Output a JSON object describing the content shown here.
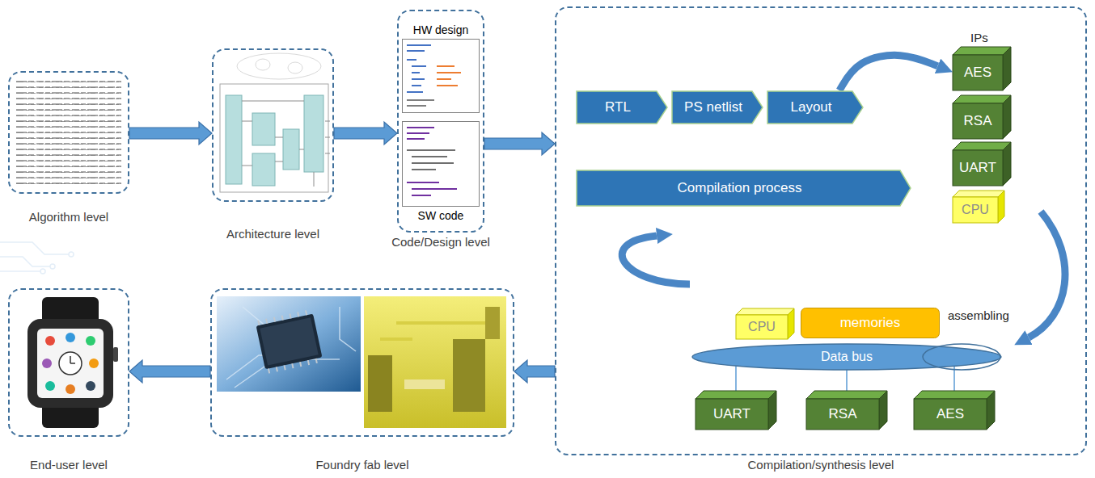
{
  "diagram": {
    "nodes": [
      {
        "text": [
          "Algorithm level"
        ]
      },
      {
        "text": [
          "Architecture level"
        ]
      },
      {
        "text": [
          "Code/Design level"
        ]
      },
      {
        "text": [
          "HW design"
        ],
        "in": 2
      },
      {
        "text": [
          "SW code"
        ],
        "in": 2
      },
      {
        "text": [
          "Compilation/synthesis level"
        ]
      },
      {
        "text": [
          "RTL"
        ],
        "in": 5
      },
      {
        "text": [
          "PS netlist"
        ],
        "in": 5
      },
      {
        "text": [
          "Layout"
        ],
        "in": 5
      },
      {
        "text": [
          "Compilation process"
        ],
        "in": 5
      },
      {
        "text": [
          "AES"
        ],
        "in": 5
      },
      {
        "text": [
          "RSA"
        ],
        "in": 5
      },
      {
        "text": [
          "UART"
        ],
        "in": 5
      },
      {
        "text": [
          "CPU"
        ],
        "in": 5
      },
      {
        "text": [
          "CPU"
        ],
        "in": 5
      },
      {
        "text": [
          "memories"
        ],
        "in": 5
      },
      {
        "text": [
          "Data bus"
        ],
        "in": 5
      },
      {
        "text": [
          "UART"
        ],
        "in": 5
      },
      {
        "text": [
          "RSA"
        ],
        "in": 5
      },
      {
        "text": [
          "AES"
        ],
        "in": 5
      },
      {
        "text": [
          "Foundry fab level"
        ]
      },
      {
        "text": [
          "End-user level"
        ]
      }
    ],
    "edges": [
      {
        "from": 0,
        "to": 1,
        "arrow": "to"
      },
      {
        "from": 1,
        "to": 2,
        "arrow": "to"
      },
      {
        "from": 2,
        "to": 5,
        "arrow": "to"
      },
      {
        "from": 5,
        "to": 20,
        "arrow": "to"
      },
      {
        "from": 20,
        "to": 21,
        "arrow": "to"
      },
      {
        "from": 8,
        "to": 10,
        "arrow": "to"
      },
      {
        "from": 16,
        "to": 17,
        "arrow": "none"
      },
      {
        "from": 16,
        "to": 18,
        "arrow": "none"
      },
      {
        "from": 16,
        "to": 19,
        "arrow": "none"
      }
    ],
    "labels": [
      "IPs",
      "assembling"
    ]
  }
}
